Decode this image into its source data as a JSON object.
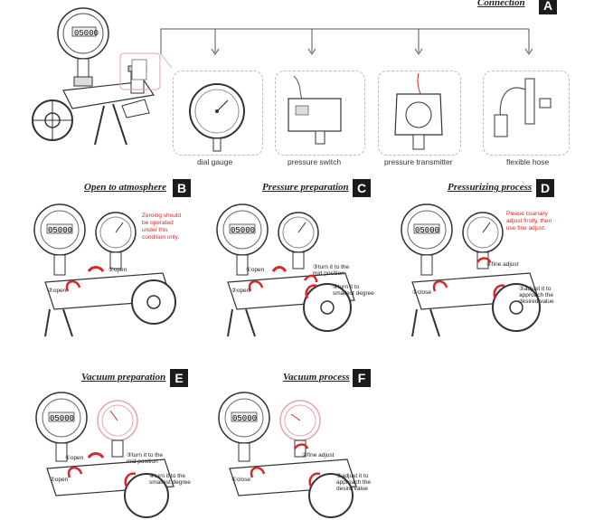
{
  "connection": {
    "title": "Connection",
    "badge": "A",
    "devices": [
      {
        "label": "dial gauge"
      },
      {
        "label": "pressure switch"
      },
      {
        "label": "pressure transmitter"
      },
      {
        "label": "flexible hose"
      }
    ]
  },
  "gauge_display": "05000",
  "panels": {
    "B": {
      "title": "Open to atmosphere",
      "badge": "B",
      "note": "Zeroing should be operated under this condition only.",
      "step1": "①open",
      "step2": "②open"
    },
    "C": {
      "title": "Pressure preparation",
      "badge": "C",
      "step1": "①open",
      "step2": "②open",
      "step3": "③turn it to the mid position",
      "step4": "④turn it to smallest degree"
    },
    "D": {
      "title": "Pressurizing process",
      "badge": "D",
      "note": "Please coarsely adjust firstly, then use fine adjust.",
      "step1": "①close",
      "step2": "②fine adjust",
      "step3": "③adjust it to approach the desired value"
    },
    "E": {
      "title": "Vacuum preparation",
      "badge": "E",
      "step1": "①open",
      "step2": "②open",
      "step3": "③turn it to the mid position",
      "step4": "④turn it to the smallest degree"
    },
    "F": {
      "title": "Vacuum process",
      "badge": "F",
      "step1": "①close",
      "step2": "②fine adjust",
      "step3": "③adjust it to approach the desire value"
    }
  },
  "colors": {
    "accent_red": "#d9262b",
    "badge_bg": "#1b1b1b",
    "line": "#333333"
  }
}
